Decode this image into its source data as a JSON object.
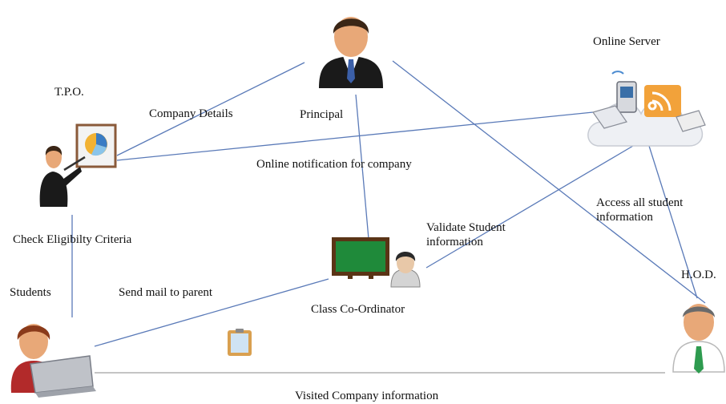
{
  "colors": {
    "connector": "#5a7ab8",
    "baseline": "#c4c4c4",
    "suit": "#1a1a1a",
    "skin": "#e8a878",
    "hair": "#3a2616",
    "board": "#1f8a3a",
    "board_frame": "#5a3416",
    "hod_tie": "#2e9b4f",
    "student_top": "#b22a2a",
    "cloud": "#eef0f4"
  },
  "labels": {
    "tpo": "T.P.O.",
    "principal": "Principal",
    "online_server": "Online Server",
    "company_details": "Company Details",
    "online_notification": "Online notification for company",
    "check_eligibility": "Check Eligibilty Criteria",
    "access_all": "Access all student\ninformation",
    "validate_student": "Validate Student\ninformation",
    "students": "Students",
    "send_mail": "Send mail to  parent",
    "hod": "H.O.D.",
    "class_coordinator": "Class Co-Ordinator",
    "visited_company": "Visited Company information"
  },
  "actors": [
    {
      "name": "Principal",
      "icon": "businessman-icon"
    },
    {
      "name": "T.P.O.",
      "icon": "presenter-icon"
    },
    {
      "name": "Online Server",
      "icon": "cloud-server-icon"
    },
    {
      "name": "Class Co-Ordinator",
      "icon": "classroom-board-icon"
    },
    {
      "name": "Students",
      "icon": "student-laptop-icon"
    },
    {
      "name": "H.O.D.",
      "icon": "manager-icon"
    }
  ]
}
